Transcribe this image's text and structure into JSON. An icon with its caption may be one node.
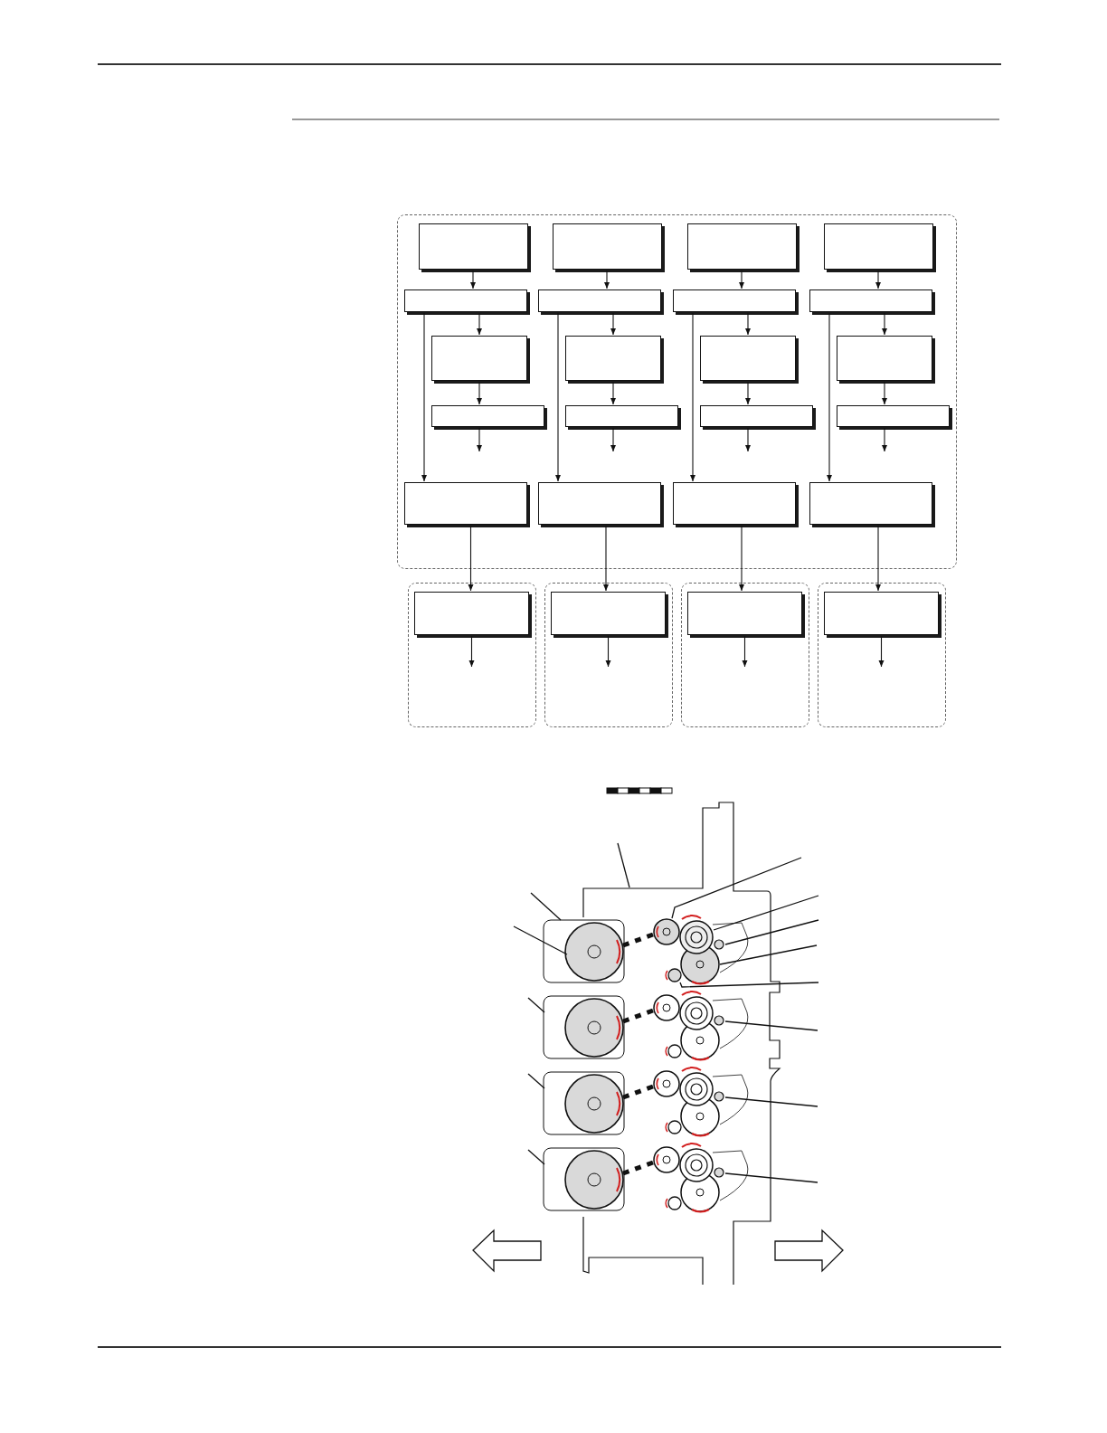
{
  "diagram": {
    "nodes": [
      {
        "text": [],
        "shape": "box"
      },
      {
        "text": [],
        "shape": "box",
        "in": 0
      },
      {
        "text": [],
        "shape": "box",
        "in": 0
      },
      {
        "text": [],
        "shape": "box",
        "in": 0
      },
      {
        "text": [],
        "shape": "box",
        "in": 0
      },
      {
        "text": [],
        "shape": "box",
        "in": 0
      },
      {
        "text": [],
        "shape": "box",
        "in": 0
      },
      {
        "text": [],
        "shape": "box",
        "in": 0
      },
      {
        "text": [],
        "shape": "box",
        "in": 0
      },
      {
        "text": [],
        "shape": "box",
        "in": 0
      },
      {
        "text": [],
        "shape": "box",
        "in": 0
      },
      {
        "text": [],
        "shape": "box",
        "in": 0
      },
      {
        "text": [],
        "shape": "box",
        "in": 0
      },
      {
        "text": [],
        "shape": "box",
        "in": 0
      },
      {
        "text": [],
        "shape": "box",
        "in": 0
      },
      {
        "text": [],
        "shape": "box",
        "in": 0
      },
      {
        "text": [],
        "shape": "box",
        "in": 0
      },
      {
        "text": [],
        "shape": "box",
        "in": 0
      },
      {
        "text": [],
        "shape": "box",
        "in": 0
      },
      {
        "text": [],
        "shape": "box",
        "in": 0
      },
      {
        "text": [],
        "shape": "box",
        "in": 0
      },
      {
        "text": [],
        "shape": "box"
      },
      {
        "text": [],
        "shape": "box"
      },
      {
        "text": [],
        "shape": "box"
      },
      {
        "text": [],
        "shape": "box"
      },
      {
        "text": [],
        "shape": "box",
        "in": 21
      },
      {
        "text": [],
        "shape": "box",
        "in": 22
      },
      {
        "text": [],
        "shape": "box",
        "in": 23
      },
      {
        "text": [],
        "shape": "box",
        "in": 24
      }
    ],
    "edges": [
      {
        "from": 1,
        "to": 5,
        "arrow": "to"
      },
      {
        "from": 5,
        "to": 9,
        "arrow": "to"
      },
      {
        "from": 9,
        "to": 13,
        "arrow": "to"
      },
      {
        "from": 13,
        "to": null,
        "arrow": "to"
      },
      {
        "from": 5,
        "to": 17,
        "arrow": "to"
      },
      {
        "from": 17,
        "to": 25,
        "arrow": "to"
      },
      {
        "from": 25,
        "to": null,
        "arrow": "to"
      },
      {
        "from": 2,
        "to": 6,
        "arrow": "to"
      },
      {
        "from": 6,
        "to": 10,
        "arrow": "to"
      },
      {
        "from": 10,
        "to": 14,
        "arrow": "to"
      },
      {
        "from": 14,
        "to": null,
        "arrow": "to"
      },
      {
        "from": 6,
        "to": 18,
        "arrow": "to"
      },
      {
        "from": 18,
        "to": 26,
        "arrow": "to"
      },
      {
        "from": 26,
        "to": null,
        "arrow": "to"
      },
      {
        "from": 3,
        "to": 7,
        "arrow": "to"
      },
      {
        "from": 7,
        "to": 11,
        "arrow": "to"
      },
      {
        "from": 11,
        "to": 15,
        "arrow": "to"
      },
      {
        "from": 15,
        "to": null,
        "arrow": "to"
      },
      {
        "from": 7,
        "to": 19,
        "arrow": "to"
      },
      {
        "from": 19,
        "to": 27,
        "arrow": "to"
      },
      {
        "from": 27,
        "to": null,
        "arrow": "to"
      },
      {
        "from": 4,
        "to": 8,
        "arrow": "to"
      },
      {
        "from": 8,
        "to": 12,
        "arrow": "to"
      },
      {
        "from": 12,
        "to": 16,
        "arrow": "to"
      },
      {
        "from": 16,
        "to": null,
        "arrow": "to"
      },
      {
        "from": 8,
        "to": 20,
        "arrow": "to"
      },
      {
        "from": 20,
        "to": 28,
        "arrow": "to"
      },
      {
        "from": 28,
        "to": null,
        "arrow": "to"
      }
    ]
  }
}
